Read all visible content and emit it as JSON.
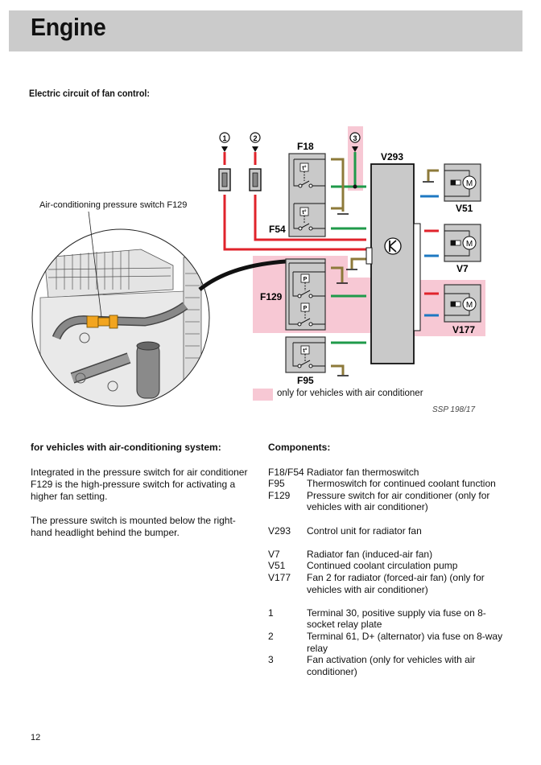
{
  "header": {
    "title": "Engine"
  },
  "section_title": "Electric circuit of fan control:",
  "illustration": {
    "callout": "Air-conditioning pressure switch F129"
  },
  "diagram": {
    "terminals": [
      "1",
      "2",
      "3"
    ],
    "labels": {
      "f18": "F18",
      "f54": "F54",
      "f129": "F129",
      "f95": "F95",
      "v293": "V293",
      "v51": "V51",
      "v7": "V7",
      "v177": "V177"
    },
    "switch_symbols": {
      "thermo": "t°",
      "pressure": "P",
      "motor": "M"
    },
    "colors": {
      "red": "#e0232b",
      "green": "#1f9a4a",
      "blue": "#1e78c2",
      "brown": "#8d7a3a",
      "pink": "#f7c8d4",
      "grey": "#c9c9c9"
    },
    "legend": "only for vehicles with air conditioner",
    "figure_ref": "SSP 198/17"
  },
  "left_column": {
    "heading": "for vehicles with air-conditioning system:",
    "paragraphs": [
      "Integrated in the pressure switch for air conditioner F129 is the high-pressure switch for activating a higher fan setting.",
      "The pressure switch is mounted below the right-hand headlight behind the bumper."
    ]
  },
  "components": {
    "heading": "Components:",
    "items": [
      {
        "code": "F18/F54",
        "desc": "Radiator fan thermoswitch"
      },
      {
        "code": "F95",
        "desc": "Thermoswitch for continued coolant function"
      },
      {
        "code": "F129",
        "desc": "Pressure switch for air conditioner (only for vehicles with air conditioner)"
      },
      {
        "code": "V293",
        "desc": "Control unit for radiator fan"
      },
      {
        "code": "V7",
        "desc": "Radiator fan (induced-air fan)"
      },
      {
        "code": "V51",
        "desc": "Continued coolant circulation pump"
      },
      {
        "code": "V177",
        "desc": "Fan 2 for radiator (forced-air fan) (only for vehicles with air conditioner)"
      },
      {
        "code": "1",
        "desc": "Terminal 30, positive supply via fuse on 8-socket relay plate"
      },
      {
        "code": "2",
        "desc": "Terminal 61, D+ (alternator) via fuse on 8-way relay"
      },
      {
        "code": "3",
        "desc": "Fan activation (only for vehicles with air conditioner)"
      }
    ]
  },
  "page_number": "12"
}
